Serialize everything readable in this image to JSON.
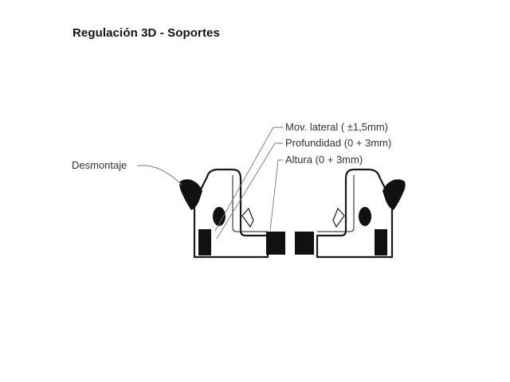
{
  "title": "Regulación 3D - Soportes",
  "labels": {
    "lateral": "Mov. lateral ( ±1,5mm)",
    "depth": "Profundidad (0 + 3mm)",
    "height": "Altura (0 + 3mm)",
    "removal": "Desmontaje"
  },
  "colors": {
    "outline": "#1a1a1a",
    "fill": "#ffffff",
    "leader": "#777777"
  }
}
